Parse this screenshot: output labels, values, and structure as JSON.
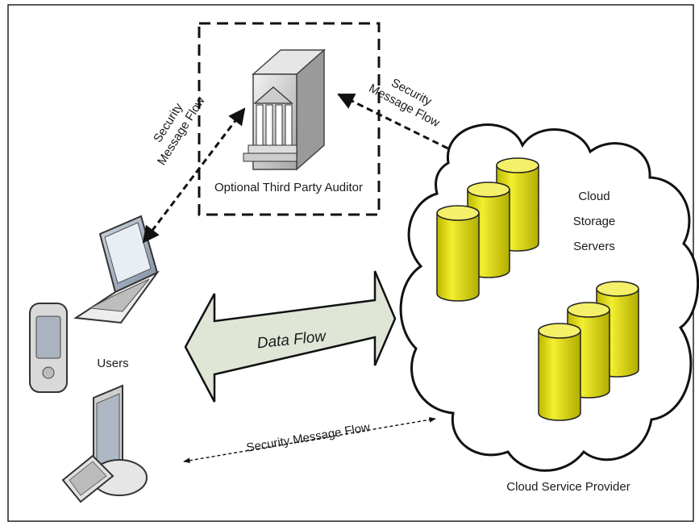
{
  "auditor": {
    "label": "Optional Third Party Auditor"
  },
  "users": {
    "label": "Users"
  },
  "cloud": {
    "label_line1": "Cloud",
    "label_line2": "Storage",
    "label_line3": "Servers",
    "provider_label": "Cloud Service Provider"
  },
  "flows": {
    "left_line1": "Security",
    "left_line2": "Message Flow",
    "right_line1": "Security",
    "right_line2": "Message Flow",
    "data_flow": "Data Flow",
    "bottom": "Security Message Flow"
  },
  "colors": {
    "cylinder_fill": "#e8e400",
    "cylinder_top": "#f4f06a",
    "data_arrow_fill": "#dfe6d6"
  }
}
